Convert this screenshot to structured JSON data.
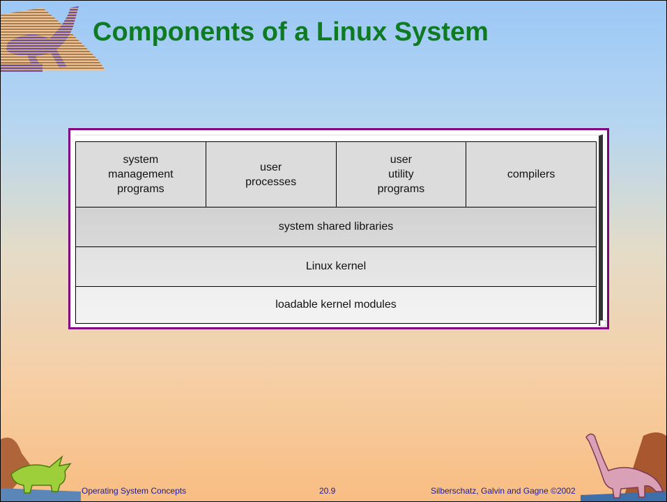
{
  "slide": {
    "title": "Components of a Linux System"
  },
  "diagram": {
    "top_row": [
      {
        "lines": [
          "system",
          "management",
          "programs"
        ]
      },
      {
        "lines": [
          "user",
          "processes"
        ]
      },
      {
        "lines": [
          "user",
          "utility",
          "programs"
        ]
      },
      {
        "lines": [
          "compilers"
        ]
      }
    ],
    "layers": [
      "system shared libraries",
      "Linux kernel",
      "loadable kernel modules"
    ]
  },
  "footer": {
    "left": "Operating System Concepts",
    "center": "20.9",
    "right": "Silberschatz, Galvin and Gagne ©2002"
  },
  "decorations": {
    "top_left_icon": "dinosaur-striped-icon",
    "bottom_left_icon": "triceratops-icon",
    "bottom_right_icon": "brontosaurus-icon",
    "title_color": "#0f7a24",
    "frame_color": "#800080"
  }
}
